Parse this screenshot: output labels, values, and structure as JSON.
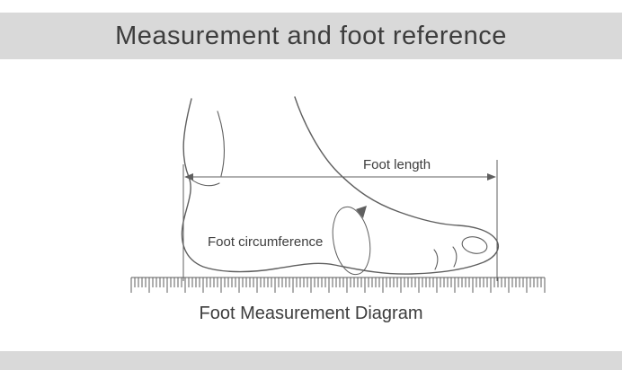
{
  "header": {
    "title": "Measurement and foot reference"
  },
  "diagram": {
    "labels": {
      "foot_length": "Foot length",
      "foot_circumference": "Foot circumference"
    },
    "caption": "Foot Measurement Diagram"
  },
  "colors": {
    "banner_bg": "#d9d9d9",
    "footer_bg": "#d9d9d9",
    "line": "#5f5f5f",
    "text": "#3d3d3d"
  }
}
